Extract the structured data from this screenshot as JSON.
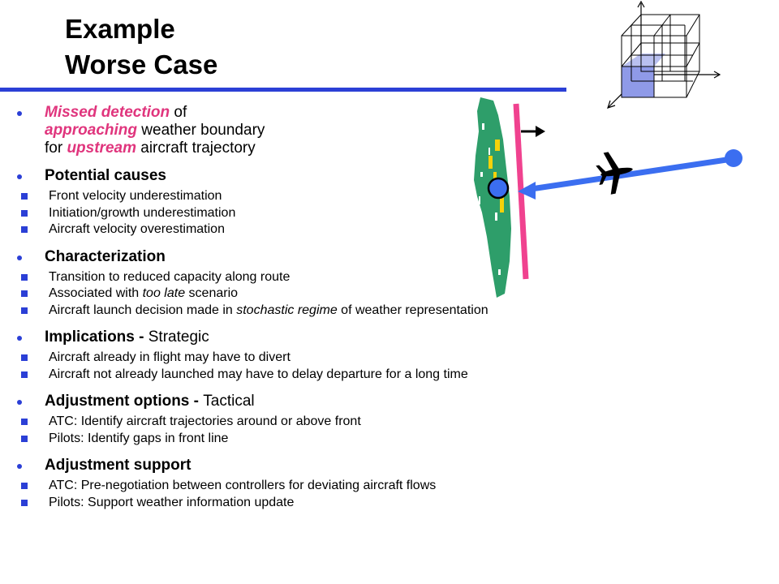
{
  "title": {
    "line1": "Example",
    "line2": "Worse Case"
  },
  "colors": {
    "accent_blue": "#2b3fd6",
    "highlight_pink": "#e0357d",
    "weather_green": "#2e9e6a",
    "trajectory_blue": "#3b6ef0",
    "front_pink": "#f0428f",
    "cube_fill": "#8f9ae8"
  },
  "intro": {
    "l1a": "Missed detection",
    "l1b": " of",
    "l2a": "approaching",
    "l2b": " weather boundary",
    "l3a": "for ",
    "l3b": "upstream",
    "l3c": " aircraft trajectory"
  },
  "causes": {
    "heading": "Potential causes",
    "items": [
      "Front velocity underestimation",
      "Initiation/growth underestimation",
      "Aircraft velocity overestimation"
    ]
  },
  "characterization": {
    "heading": "Characterization",
    "item1": "Transition to reduced capacity along route",
    "item2a": "Associated with ",
    "item2b": "too late",
    "item2c": " scenario",
    "item3a": "Aircraft launch decision made in ",
    "item3b": "stochastic regime",
    "item3c": " of weather representation"
  },
  "implications": {
    "heading": "Implications - ",
    "tail": "Strategic",
    "items": [
      "Aircraft already in flight may have to divert",
      "Aircraft not already launched may have to delay departure for a long time"
    ]
  },
  "adjustment_options": {
    "heading": "Adjustment options - ",
    "tail": "Tactical",
    "items": [
      "ATC: Identify aircraft trajectories around or above front",
      "Pilots: Identify gaps in front line"
    ]
  },
  "adjustment_support": {
    "heading": "Adjustment support",
    "items": [
      "ATC: Pre-negotiation between controllers for deviating aircraft flows",
      "Pilots: Support weather information update"
    ]
  },
  "icons": {
    "cube": "3d-grid-cube-icon",
    "weather": "weather-front-figure",
    "aircraft": "airplane-icon"
  }
}
